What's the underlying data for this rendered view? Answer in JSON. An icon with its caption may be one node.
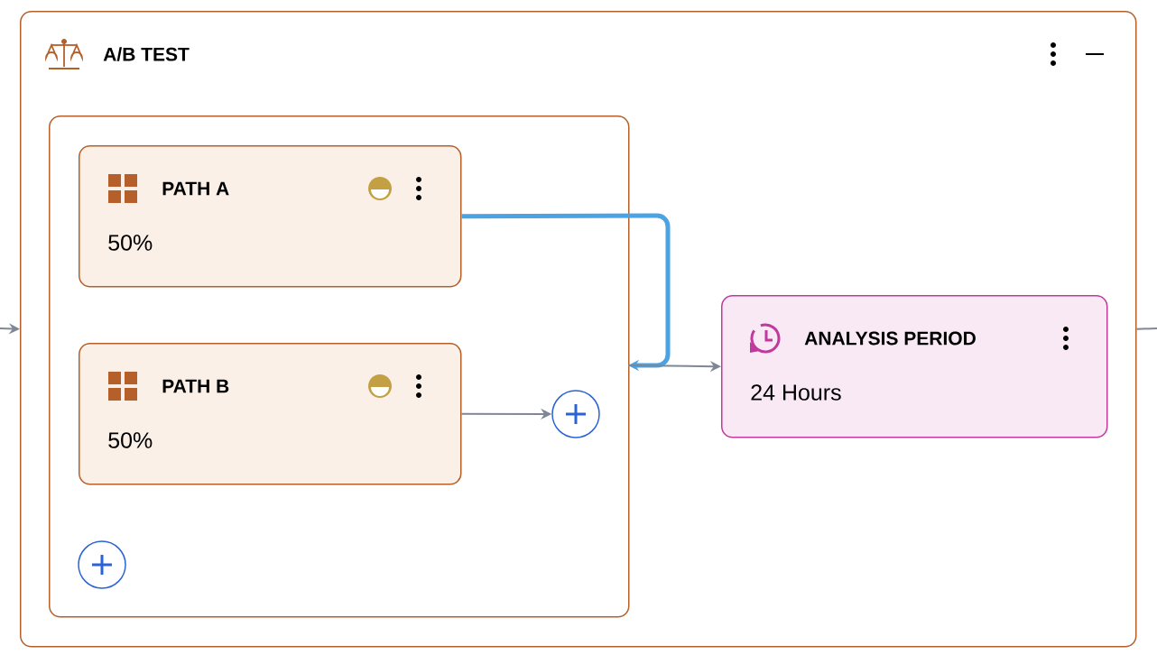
{
  "diagram": {
    "nodes": [
      {
        "text": [
          "A/B TEST"
        ]
      },
      {
        "text": [],
        "shape": "box",
        "in": 0
      },
      {
        "text": [
          "PATH A",
          "50%"
        ],
        "in": 1
      },
      {
        "text": [
          "PATH B",
          "50%"
        ],
        "in": 1
      },
      {
        "text": [],
        "shape": "circle",
        "in": 1
      },
      {
        "text": [],
        "shape": "circle",
        "in": 1
      },
      {
        "text": [
          "ANALYSIS PERIOD",
          "24 Hours"
        ],
        "in": 0
      }
    ],
    "edges": [
      {
        "from": null,
        "to": 0,
        "arrow": "to"
      },
      {
        "from": 2,
        "to": 1,
        "arrow": "to",
        "style": "thick",
        "color": "#4ba3e3"
      },
      {
        "from": 1,
        "to": 6,
        "arrow": "to"
      },
      {
        "from": 3,
        "to": 4,
        "arrow": "to"
      },
      {
        "from": 0,
        "to": null,
        "arrow": "none"
      }
    ]
  }
}
